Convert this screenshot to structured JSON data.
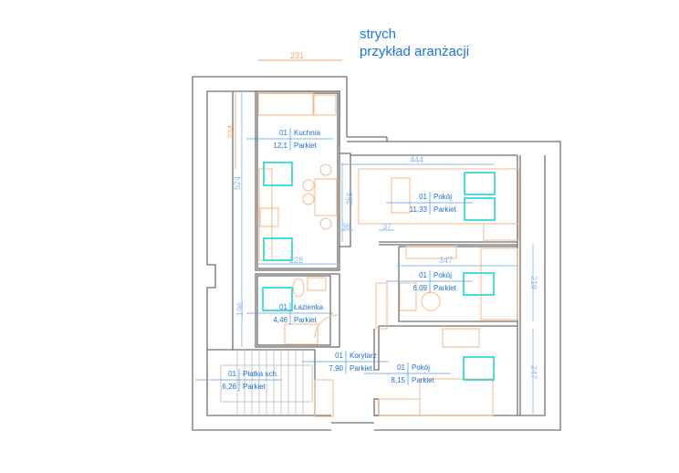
{
  "title": {
    "line1": "strych",
    "line2": "przykład aranżacji"
  },
  "rooms": [
    {
      "id": "kuchnia",
      "number": "01",
      "name": "Kuchnia",
      "area": "12,1",
      "floor": "Parkiet"
    },
    {
      "id": "pokoj-1",
      "number": "01",
      "name": "Pokój",
      "area": "11,33",
      "floor": "Parkiet"
    },
    {
      "id": "pokoj-2",
      "number": "01",
      "name": "Pokój",
      "area": "6,09",
      "floor": "Parkiet"
    },
    {
      "id": "lazienka",
      "number": "01",
      "name": "Łazienka",
      "area": "4,46",
      "floor": "Parkiet"
    },
    {
      "id": "korytarz",
      "number": "01",
      "name": "Korytarz",
      "area": "7,90",
      "floor": "Parkiet"
    },
    {
      "id": "pokoj-3",
      "number": "01",
      "name": "Pokój",
      "area": "8,15",
      "floor": "Parkiet"
    },
    {
      "id": "platka",
      "number": "01",
      "name": "Płatka sch.",
      "area": "6,26",
      "floor": "Parkiet"
    }
  ],
  "dimensions": {
    "d231": "231",
    "d224": "224",
    "d524": "524",
    "d255": "255",
    "d36": "36",
    "d37": "37",
    "d228": "228",
    "d444": "444",
    "d347": "347",
    "d219": "219",
    "d196": "196",
    "d247": "247"
  },
  "colors": {
    "title": "#1a73e8",
    "walls": "#707070",
    "furniture": "#f5b88a",
    "beds": "#1fd3d3",
    "dimension": "#8fb8ee"
  }
}
